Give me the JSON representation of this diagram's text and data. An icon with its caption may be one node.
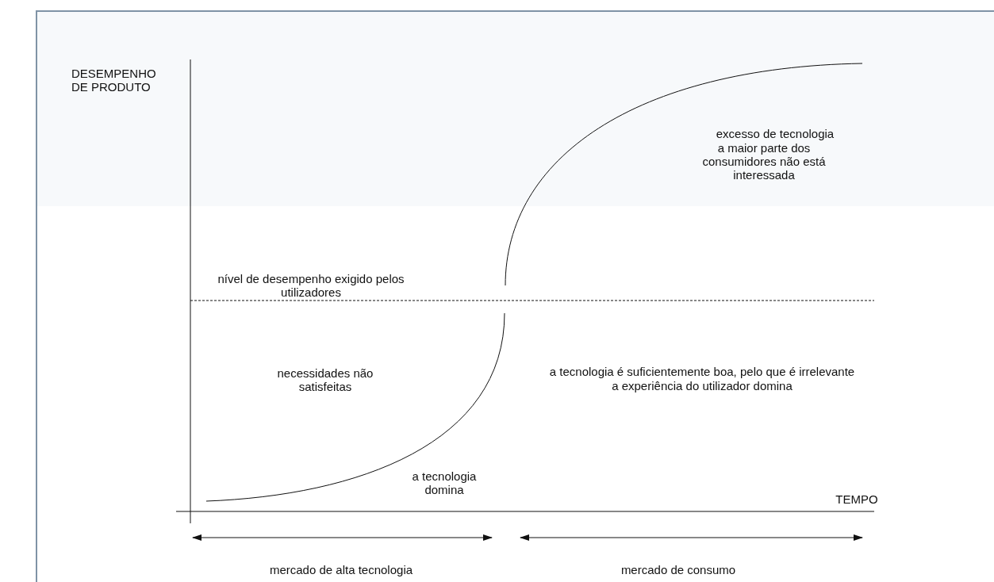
{
  "diagram": {
    "labels": [
      "DESEMPENHO DE PRODUTO",
      "excesso de tecnologia",
      "a maior parte dos consumidores não está interessada",
      "nível de desempenho exigido pelos utilizadores",
      "necessidades não satisfeitas",
      "a tecnologia é suficientemente boa, pelo que é irrelevante",
      "a experiência do utilizador domina",
      "a tecnologia domina",
      "TEMPO",
      "mercado de alta tecnologia",
      "mercado de consumo"
    ]
  }
}
